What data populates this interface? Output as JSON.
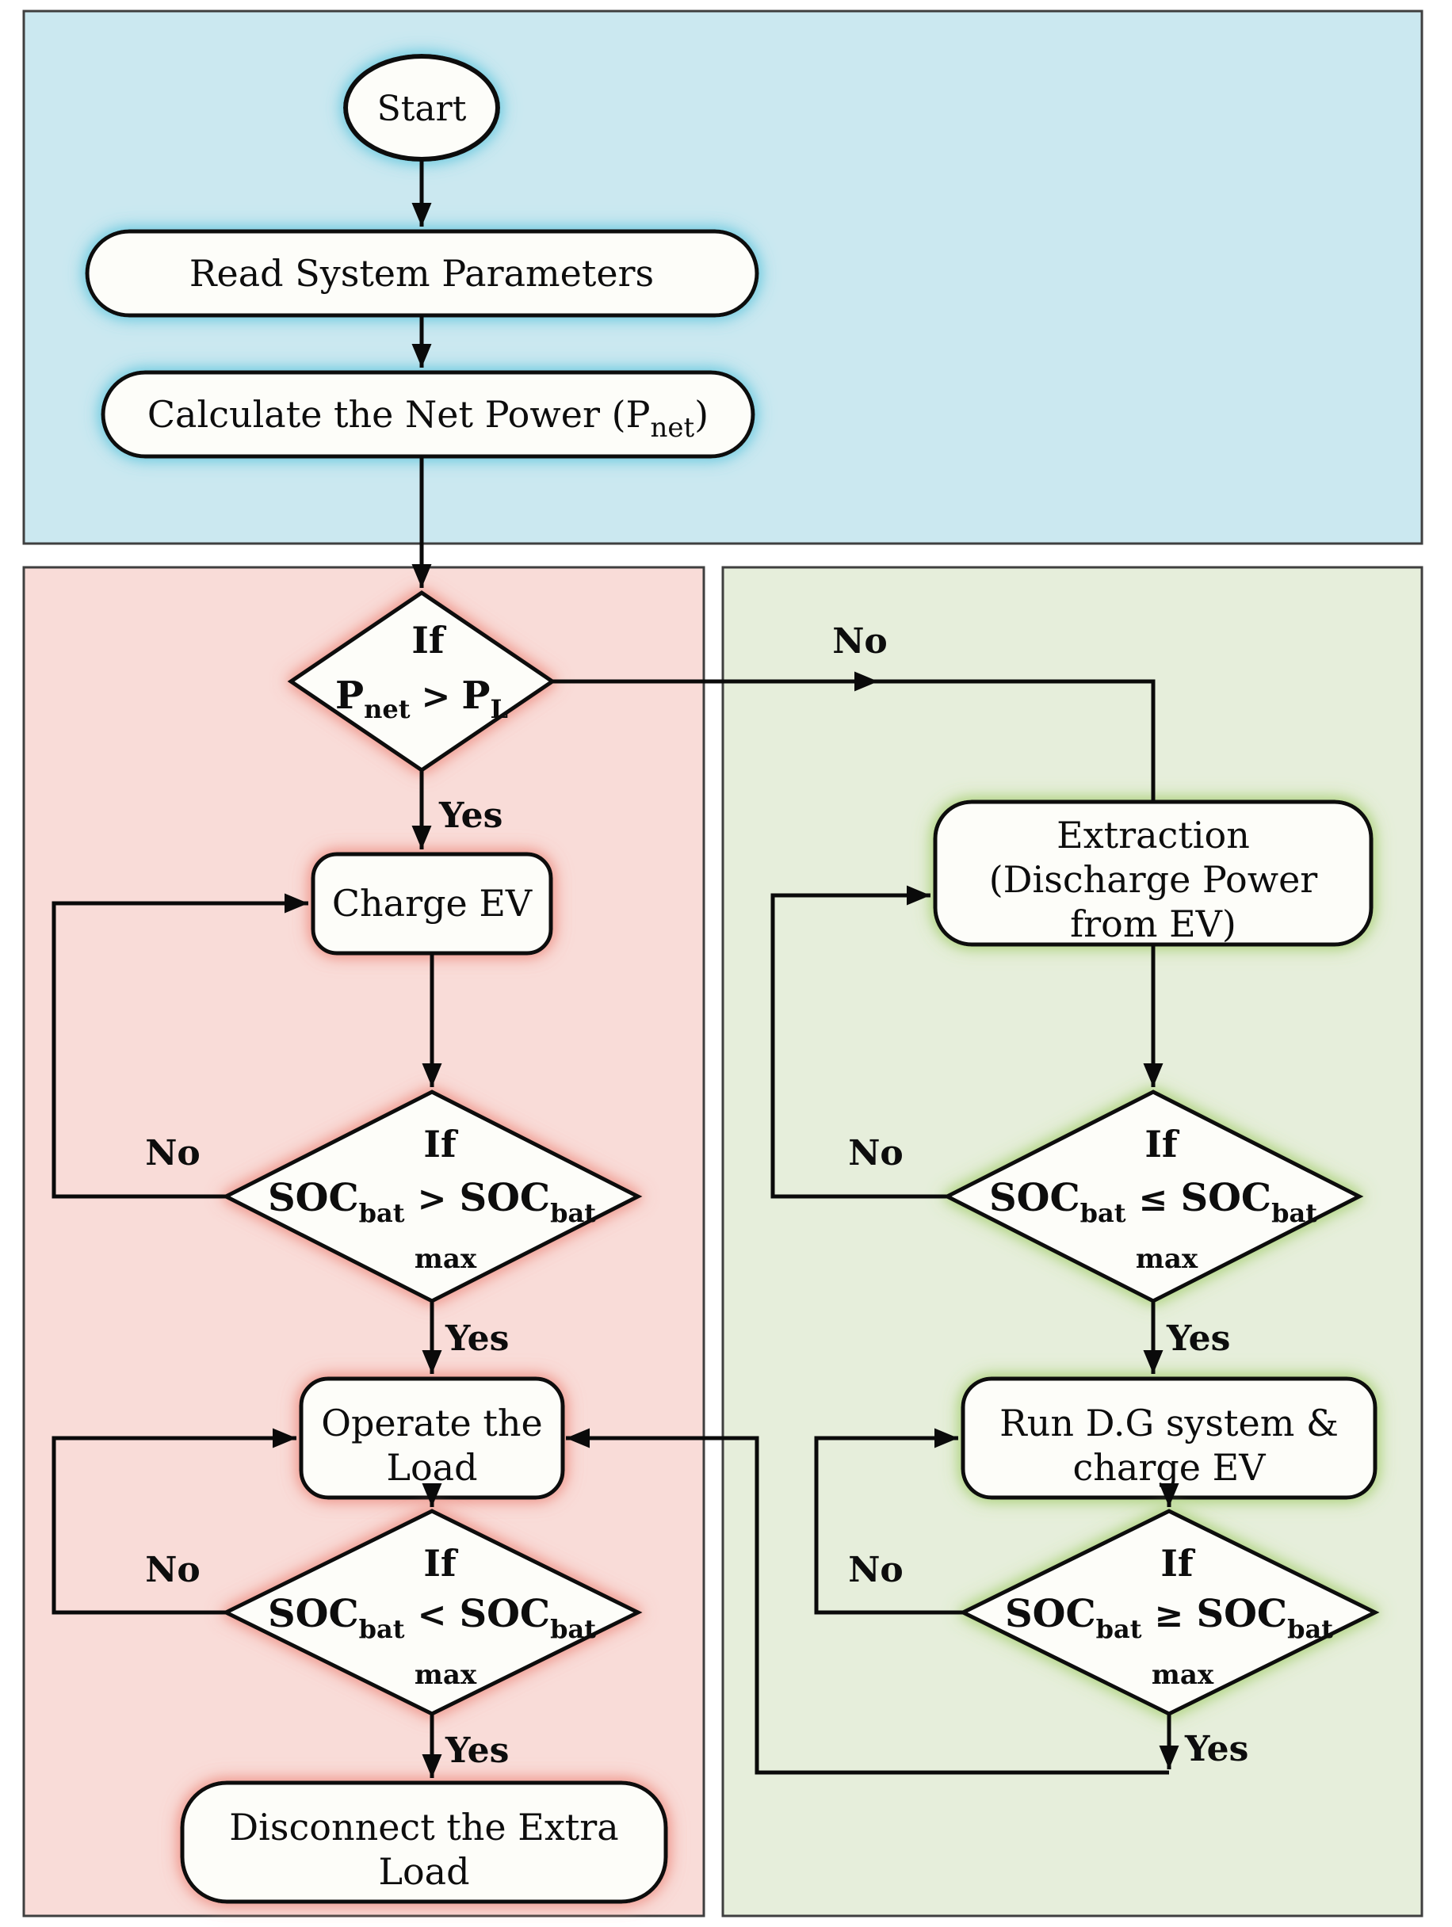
{
  "colors": {
    "blue_bg": "#cbe8f0",
    "blue_glow": "#7ccfe2",
    "pink_bg": "#f9dcd8",
    "pink_glow": "#f0a096",
    "green_bg": "#e6eedb",
    "green_glow": "#b6d78a",
    "shape_fill": "#fdfdf9",
    "line": "#0a0a0a"
  },
  "labels": {
    "yes": "Yes",
    "no": "No"
  },
  "symbols": {
    "soc": "SOC",
    "bat": "bat",
    "max": "max"
  },
  "nodes": {
    "start": "Start",
    "read": "Read System Parameters",
    "calc": {
      "pre": "Calculate the Net Power (P",
      "sub": "net",
      "post": ")"
    },
    "charge": "Charge EV",
    "operate": {
      "line1": "Operate the",
      "line2": "Load"
    },
    "disconnect": {
      "line1": "Disconnect the Extra",
      "line2": "Load"
    },
    "extraction": {
      "line1": "Extraction",
      "line2": "(Discharge Power",
      "line3": "from EV)"
    },
    "run_dg": {
      "line1": "Run D.G system &",
      "line2": "charge EV"
    }
  },
  "decisions": {
    "d1": {
      "kw": "If",
      "lhs": "P",
      "lhs_sub": "net",
      "cmp": ">",
      "rhs": "P",
      "rhs_sub": "L"
    },
    "d2": {
      "kw": "If",
      "cmp": ">"
    },
    "d3": {
      "kw": "If",
      "cmp": "<"
    },
    "d4": {
      "kw": "If",
      "cmp": "≤"
    },
    "d5": {
      "kw": "If",
      "cmp": "≥"
    }
  }
}
